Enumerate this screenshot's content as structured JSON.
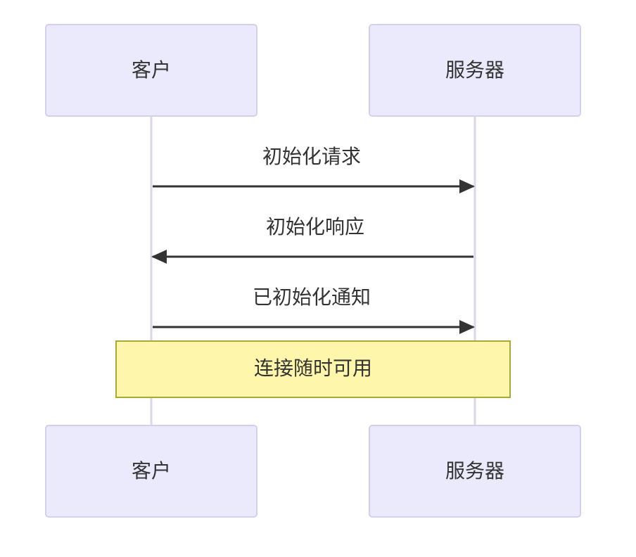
{
  "participants": [
    {
      "id": "client",
      "label": "客户"
    },
    {
      "id": "server",
      "label": "服务器"
    }
  ],
  "messages": [
    {
      "from": "client",
      "to": "server",
      "label": "初始化请求"
    },
    {
      "from": "server",
      "to": "client",
      "label": "初始化响应"
    },
    {
      "from": "client",
      "to": "server",
      "label": "已初始化通知"
    }
  ],
  "note": {
    "label": "连接随时可用",
    "over": [
      "client",
      "server"
    ]
  },
  "colors": {
    "actor_fill": "#eaeafc",
    "actor_stroke": "#d4d0ec",
    "lifeline": "#dcd6ec",
    "arrow": "#333333",
    "note_fill": "#fdf6ab",
    "note_stroke": "#aaaa33",
    "text": "#333333"
  }
}
